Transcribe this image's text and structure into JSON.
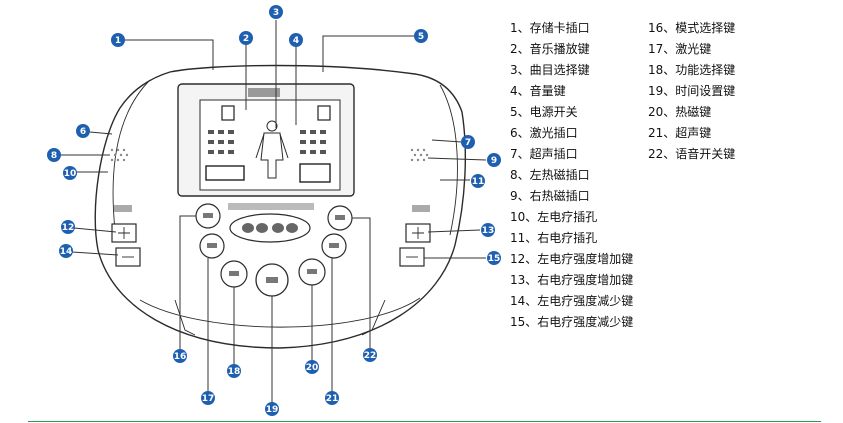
{
  "legend": [
    {
      "n": "1",
      "label": "1、存储卡插口"
    },
    {
      "n": "2",
      "label": "2、音乐播放键"
    },
    {
      "n": "3",
      "label": "3、曲目选择键"
    },
    {
      "n": "4",
      "label": "4、音量键"
    },
    {
      "n": "5",
      "label": "5、电源开关"
    },
    {
      "n": "6",
      "label": "6、激光插口"
    },
    {
      "n": "7",
      "label": "7、超声插口"
    },
    {
      "n": "8",
      "label": "8、左热磁插口"
    },
    {
      "n": "9",
      "label": "9、右热磁插口"
    },
    {
      "n": "10",
      "label": "10、左电疗插孔"
    },
    {
      "n": "11",
      "label": "11、右电疗插孔"
    },
    {
      "n": "12",
      "label": "12、左电疗强度增加键"
    },
    {
      "n": "13",
      "label": "13、右电疗强度增加键"
    },
    {
      "n": "14",
      "label": "14、左电疗强度减少键"
    },
    {
      "n": "15",
      "label": "15、右电疗强度减少键"
    },
    {
      "n": "16",
      "label": "16、模式选择键"
    },
    {
      "n": "17",
      "label": "17、激光键"
    },
    {
      "n": "18",
      "label": "18、功能选择键"
    },
    {
      "n": "19",
      "label": "19、时间设置键"
    },
    {
      "n": "20",
      "label": "20、热磁键"
    },
    {
      "n": "21",
      "label": "21、超声键"
    },
    {
      "n": "22",
      "label": "22、语音开关键"
    }
  ],
  "callouts": [
    "1",
    "2",
    "3",
    "4",
    "5",
    "6",
    "7",
    "8",
    "9",
    "10",
    "11",
    "12",
    "13",
    "14",
    "15",
    "16",
    "17",
    "18",
    "19",
    "20",
    "21",
    "22"
  ],
  "colors": {
    "callout": "#1f5fb0",
    "rule": "#2e9a4f"
  }
}
